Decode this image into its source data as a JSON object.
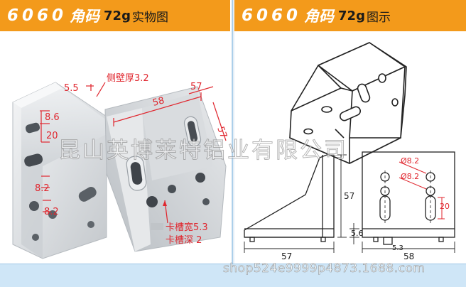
{
  "left_banner": {
    "model": "6060",
    "name": "角码",
    "weight": "72g",
    "kind": "实物图"
  },
  "right_banner": {
    "model": "6060",
    "name": "角码",
    "weight": "72g",
    "kind": "图示"
  },
  "photo_labels": {
    "wall_thickness": "侧壁厚3.2",
    "top_gap": "5.5",
    "width_top": "57",
    "length_58": "58",
    "side_57": "57",
    "hole_8_6": "8.6",
    "hole_20": "20",
    "hole_8_2_upper": "8.2",
    "hole_8_2_lower": "8.2",
    "slot_width": "卡槽宽5.3",
    "slot_depth": "卡槽深 2"
  },
  "drawing_labels": {
    "height_57": "57",
    "base_57": "57",
    "base_5_6": "5.6",
    "slot_5_3": "5.3",
    "front_58": "58",
    "dia_upper": "Ø8.2",
    "dia_lower": "Ø8.2",
    "slot_20": "20"
  },
  "watermark": "昆山英博莱特铝业有限公司",
  "shop_url": "shop524e9999p4873.1688.com",
  "colors": {
    "banner": "#f39a1b",
    "dimension_red": "#e0262e",
    "line_dark": "#222222",
    "bottom_bar": "#cfe6f7"
  }
}
